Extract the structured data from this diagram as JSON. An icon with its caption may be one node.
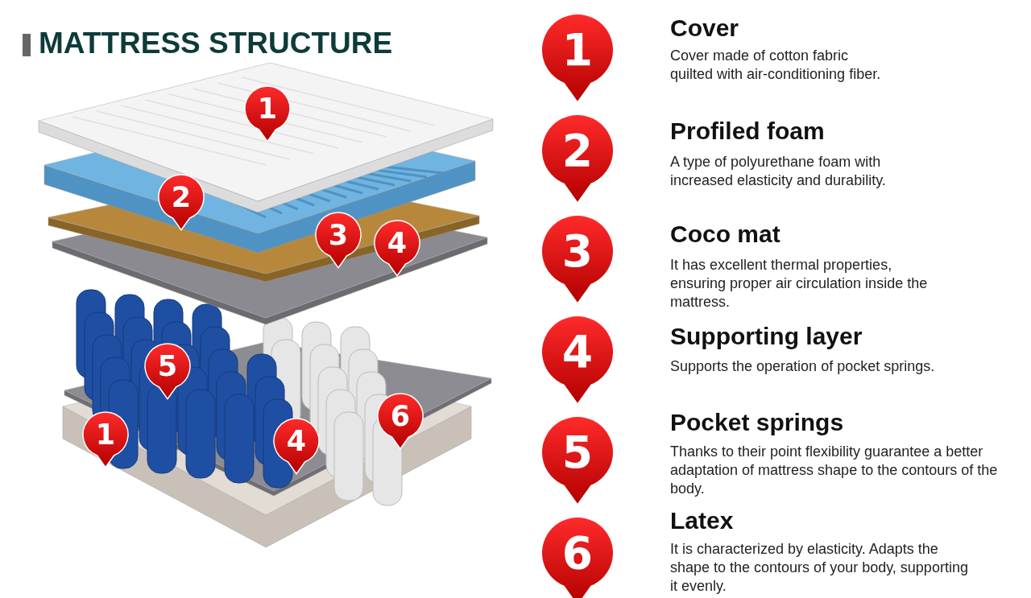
{
  "diagram": {
    "title": "MATTRESS STRUCTURE",
    "nodes": [
      {
        "text": [
          "1"
        ]
      },
      {
        "text": [
          "2"
        ]
      },
      {
        "text": [
          "3"
        ]
      },
      {
        "text": [
          "4"
        ]
      },
      {
        "text": [
          "5"
        ]
      },
      {
        "text": [
          "6"
        ]
      },
      {
        "text": [
          "4"
        ]
      },
      {
        "text": [
          "1"
        ]
      },
      {
        "text": [
          "1"
        ],
        "beside": [
          "Cover",
          "Cover made of cotton fabric quilted with air-conditioning fiber."
        ]
      },
      {
        "text": [
          "2"
        ],
        "beside": [
          "Profiled foam",
          "A type of polyurethane foam with increased elasticity and durability."
        ]
      },
      {
        "text": [
          "3"
        ],
        "beside": [
          "Coco mat",
          "It has excellent thermal properties, ensuring proper air circulation inside the mattress."
        ]
      },
      {
        "text": [
          "4"
        ],
        "beside": [
          "Supporting layer",
          "Supports the operation of pocket springs."
        ]
      },
      {
        "text": [
          "5"
        ],
        "beside": [
          "Pocket springs",
          "Thanks to their point flexibility guarantee a better adaptation of mattress shape to the contours of the body."
        ]
      },
      {
        "text": [
          "6"
        ],
        "beside": [
          "Latex",
          "It is characterized by elasticity. Adapts the shape to the contours of your body, supporting it evenly."
        ]
      }
    ]
  }
}
